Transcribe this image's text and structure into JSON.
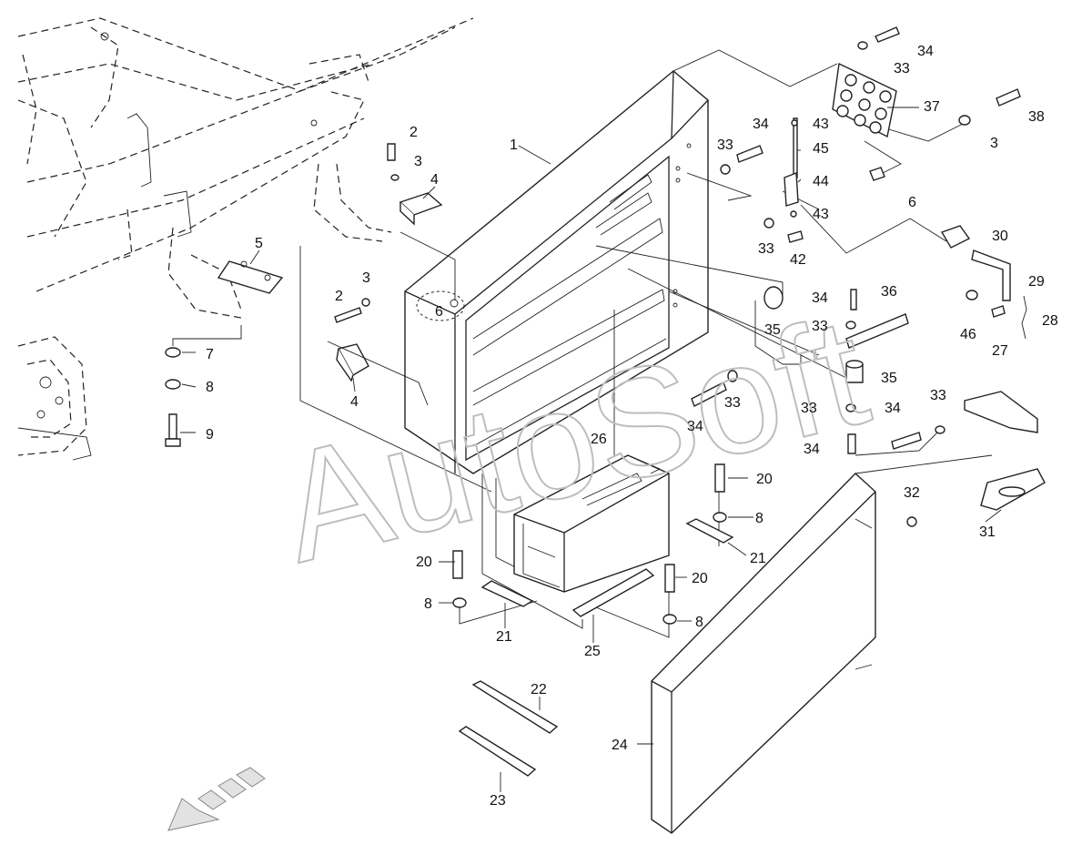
{
  "watermark": "AutoSoft",
  "callouts": [
    {
      "id": "c1",
      "text": "1"
    },
    {
      "id": "c2a",
      "text": "2"
    },
    {
      "id": "c3a",
      "text": "3"
    },
    {
      "id": "c4a",
      "text": "4"
    },
    {
      "id": "c5",
      "text": "5"
    },
    {
      "id": "c3b",
      "text": "3"
    },
    {
      "id": "c2b",
      "text": "2"
    },
    {
      "id": "c6a",
      "text": "6"
    },
    {
      "id": "c7",
      "text": "7"
    },
    {
      "id": "c8a",
      "text": "8"
    },
    {
      "id": "c9",
      "text": "9"
    },
    {
      "id": "c4b",
      "text": "4"
    },
    {
      "id": "c34a",
      "text": "34"
    },
    {
      "id": "c33a",
      "text": "33"
    },
    {
      "id": "c37",
      "text": "37"
    },
    {
      "id": "c38",
      "text": "38"
    },
    {
      "id": "c3c",
      "text": "3"
    },
    {
      "id": "c6b",
      "text": "6"
    },
    {
      "id": "c34b",
      "text": "34"
    },
    {
      "id": "c33b",
      "text": "33"
    },
    {
      "id": "c43a",
      "text": "43"
    },
    {
      "id": "c45",
      "text": "45"
    },
    {
      "id": "c44",
      "text": "44"
    },
    {
      "id": "c43b",
      "text": "43"
    },
    {
      "id": "c33c",
      "text": "33"
    },
    {
      "id": "c42",
      "text": "42"
    },
    {
      "id": "c30",
      "text": "30"
    },
    {
      "id": "c29",
      "text": "29"
    },
    {
      "id": "c28",
      "text": "28"
    },
    {
      "id": "c46",
      "text": "46"
    },
    {
      "id": "c27",
      "text": "27"
    },
    {
      "id": "c34c",
      "text": "34"
    },
    {
      "id": "c36",
      "text": "36"
    },
    {
      "id": "c33d",
      "text": "33"
    },
    {
      "id": "c35a",
      "text": "35"
    },
    {
      "id": "c35b",
      "text": "35"
    },
    {
      "id": "c33e",
      "text": "33"
    },
    {
      "id": "c34d",
      "text": "34"
    },
    {
      "id": "c33f",
      "text": "33"
    },
    {
      "id": "c34e",
      "text": "34"
    },
    {
      "id": "c34f",
      "text": "34"
    },
    {
      "id": "c33g",
      "text": "33"
    },
    {
      "id": "c26",
      "text": "26"
    },
    {
      "id": "c20a",
      "text": "20"
    },
    {
      "id": "c8b",
      "text": "8"
    },
    {
      "id": "c21a",
      "text": "21"
    },
    {
      "id": "c32",
      "text": "32"
    },
    {
      "id": "c31",
      "text": "31"
    },
    {
      "id": "c20b",
      "text": "20"
    },
    {
      "id": "c8c",
      "text": "8"
    },
    {
      "id": "c21b",
      "text": "21"
    },
    {
      "id": "c20c",
      "text": "20"
    },
    {
      "id": "c8d",
      "text": "8"
    },
    {
      "id": "c25",
      "text": "25"
    },
    {
      "id": "c22",
      "text": "22"
    },
    {
      "id": "c24",
      "text": "24"
    },
    {
      "id": "c23",
      "text": "23"
    }
  ]
}
